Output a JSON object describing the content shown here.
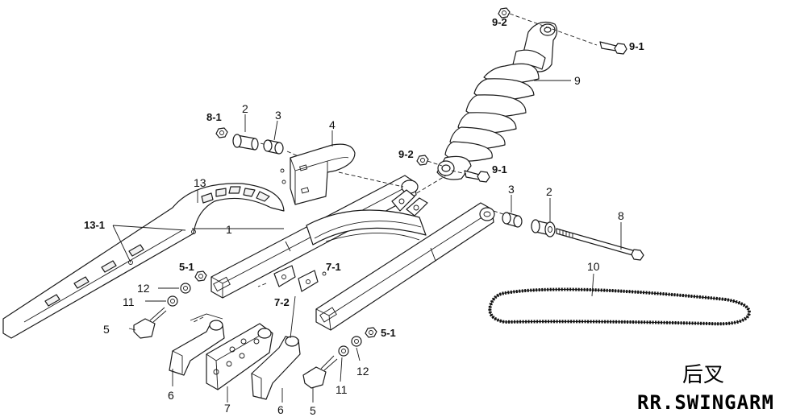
{
  "title": {
    "chinese": "后叉",
    "english": "RR.SWINGARM"
  },
  "callouts": {
    "c1": "1",
    "c2a": "2",
    "c2b": "2",
    "c3a": "3",
    "c3b": "3",
    "c4": "4",
    "c5a": "5",
    "c5b": "5",
    "c5_1a": "5-1",
    "c5_1b": "5-1",
    "c6a": "6",
    "c6b": "6",
    "c7": "7",
    "c7_1": "7-1",
    "c7_2": "7-2",
    "c8": "8",
    "c8_1": "8-1",
    "c9": "9",
    "c9_1a": "9-1",
    "c9_1b": "9-1",
    "c9_2a": "9-2",
    "c9_2b": "9-2",
    "c10": "10",
    "c11a": "11",
    "c11b": "11",
    "c12a": "12",
    "c12b": "12",
    "c13": "13",
    "c13_1": "13-1"
  }
}
